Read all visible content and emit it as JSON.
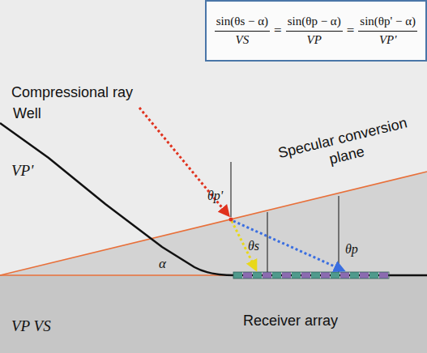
{
  "diagram": {
    "nodes": [
      {
        "text": [
          "sin(θs − α)",
          "VS",
          "=",
          "sin(θp − α)",
          "VP",
          "=",
          "sin(θp' − α)",
          "VP'"
        ]
      }
    ],
    "labels": [
      "Compressional ray",
      "Well",
      "VP'",
      "θp'",
      "Specular conversion plane",
      "θs",
      "θp",
      "α",
      "Receiver array",
      "VP VS"
    ]
  }
}
